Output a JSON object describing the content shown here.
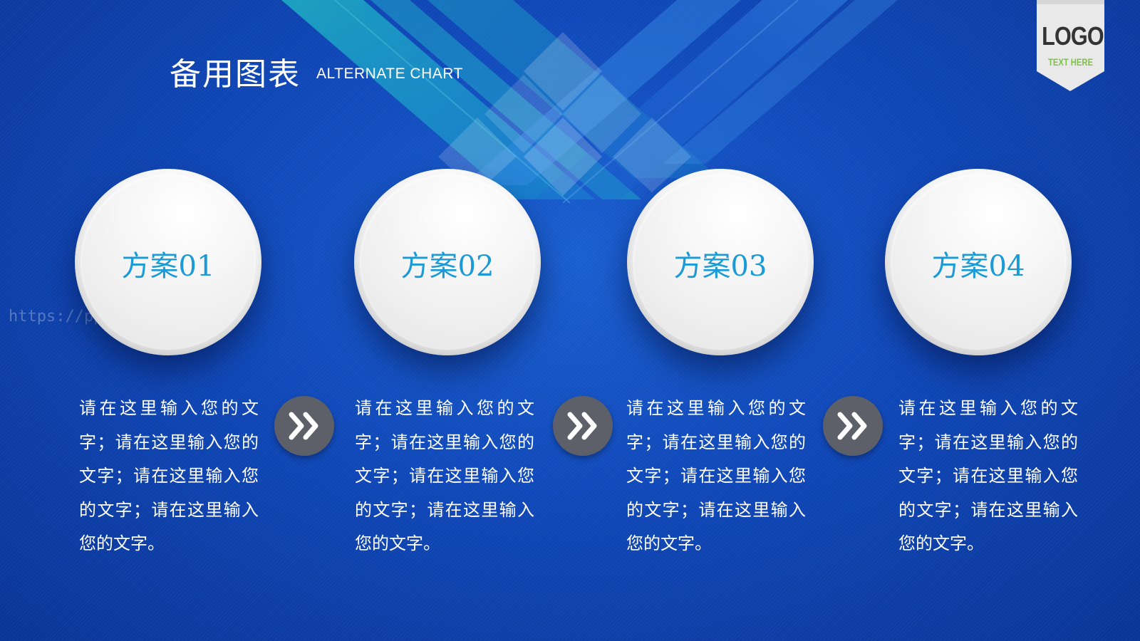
{
  "header": {
    "title": "备用图表",
    "subtitle": "ALTERNATE CHART"
  },
  "logo": {
    "text": "LOGO",
    "subtext": "TEXT HERE"
  },
  "watermark": "https://ppt.pkll.de",
  "plans": [
    {
      "label": "方案01",
      "description": "请在这里输入您的文字；请在这里输入您的文字；请在这里输入您的文字；请在这里输入您的文字。"
    },
    {
      "label": "方案02",
      "description": "请在这里输入您的文字；请在这里输入您的文字；请在这里输入您的文字；请在这里输入您的文字。"
    },
    {
      "label": "方案03",
      "description": "请在这里输入您的文字；请在这里输入您的文字；请在这里输入您的文字；请在这里输入您的文字。"
    },
    {
      "label": "方案04",
      "description": "请在这里输入您的文字；请在这里输入您的文字；请在这里输入您的文字；请在这里输入您的文字。"
    }
  ],
  "icons": {
    "next": "double-chevron-right-icon"
  },
  "colors": {
    "background": "#1048b8",
    "accent": "#1a9ad6",
    "logo_green": "#7dc242",
    "arrow_button": "#5d6068"
  }
}
